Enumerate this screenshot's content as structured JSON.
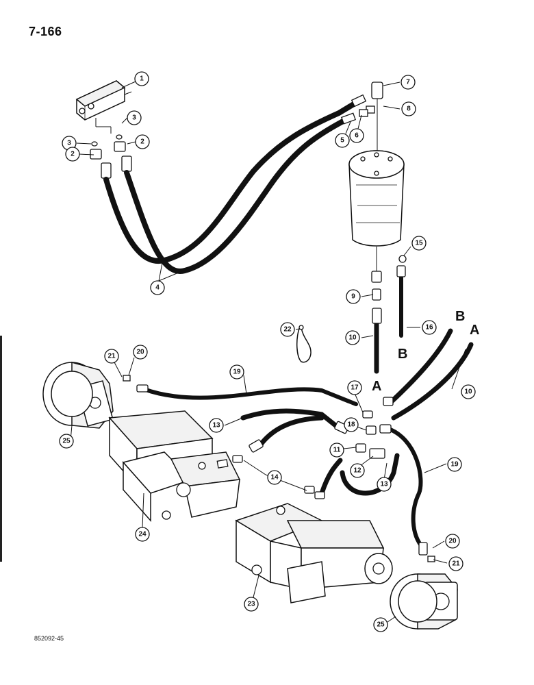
{
  "page": {
    "number": "7-166",
    "figure_code": "852092-45"
  },
  "connection_letters": [
    "B",
    "A",
    "B",
    "A"
  ],
  "callouts": [
    "1",
    "2",
    "3",
    "3",
    "2",
    "4",
    "5",
    "6",
    "7",
    "8",
    "9",
    "10",
    "15",
    "16",
    "22",
    "20",
    "21",
    "19",
    "17",
    "10",
    "13",
    "18",
    "11",
    "12",
    "13",
    "14",
    "19",
    "20",
    "21",
    "24",
    "25",
    "23",
    "25"
  ]
}
